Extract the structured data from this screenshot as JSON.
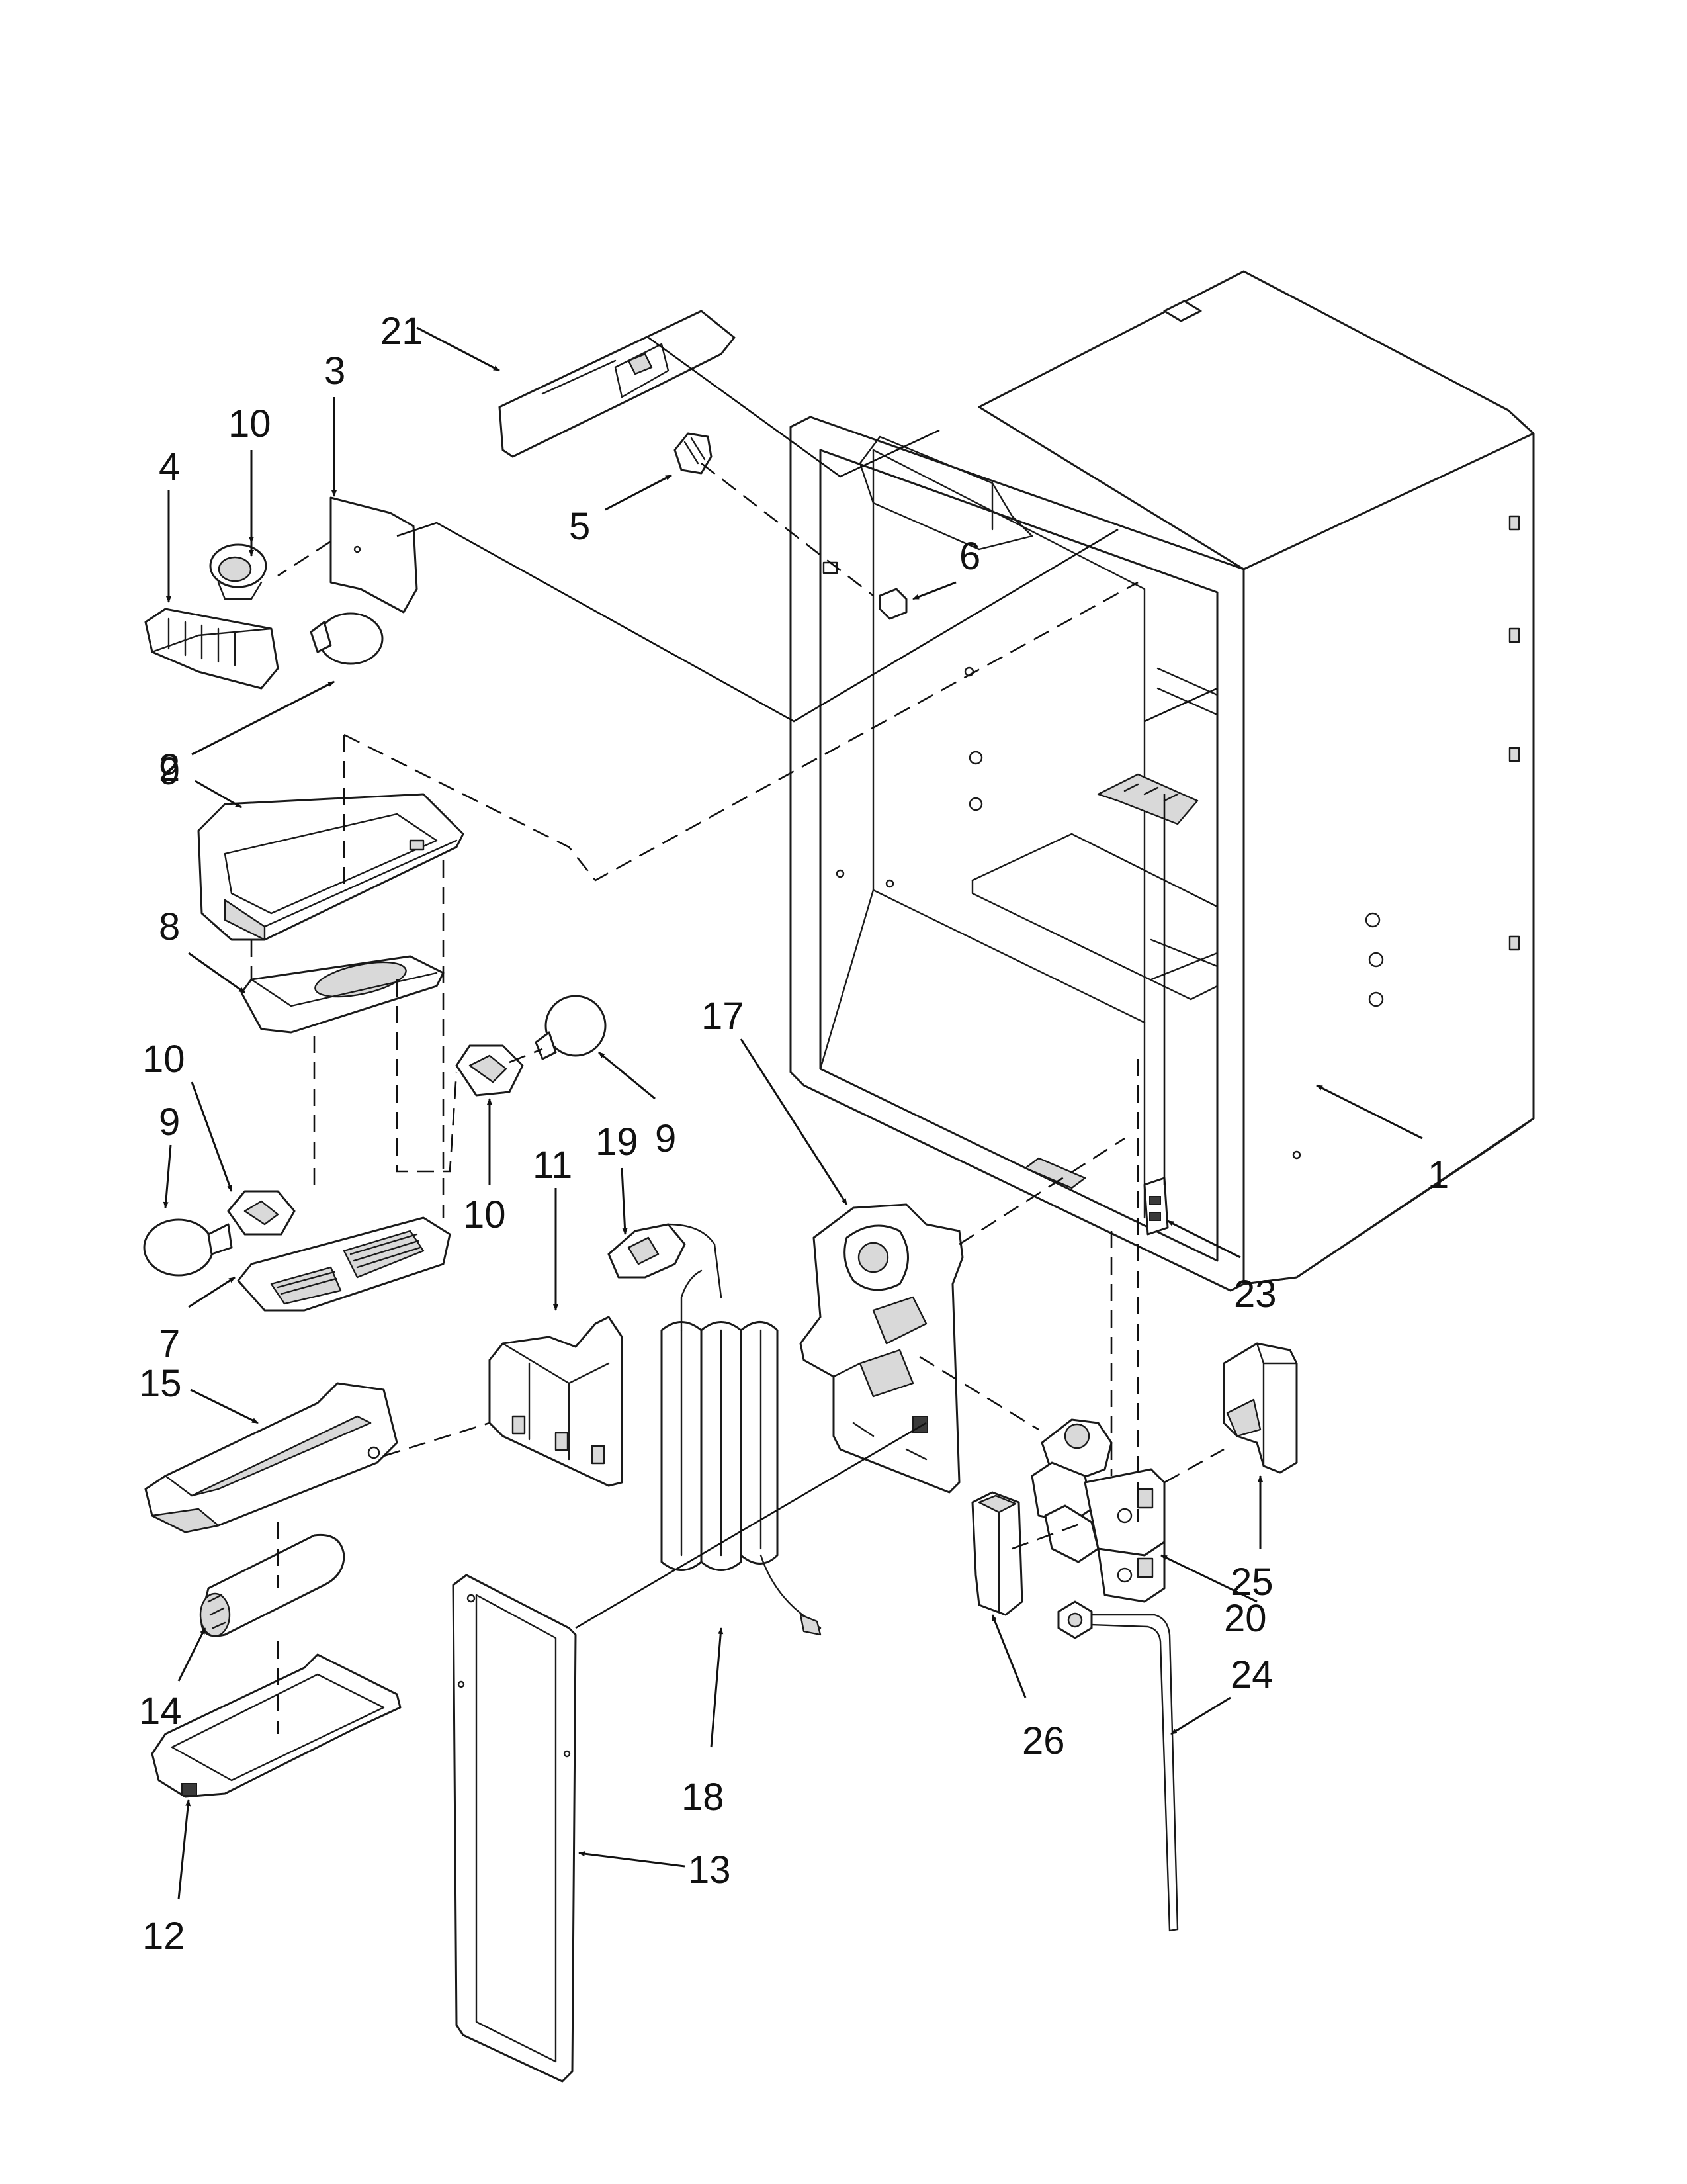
{
  "diagram": {
    "parts": [
      {
        "callout": "1",
        "icon": "liner-cabinet-icon"
      },
      {
        "callout": "2",
        "icon": "light-housing-icon"
      },
      {
        "callout": "3",
        "icon": "insulation-sheet-icon"
      },
      {
        "callout": "4",
        "icon": "light-cover-icon"
      },
      {
        "callout": "5",
        "icon": "damper-icon"
      },
      {
        "callout": "6",
        "icon": "clip-icon"
      },
      {
        "callout": "7",
        "icon": "light-shield-icon"
      },
      {
        "callout": "8",
        "icon": "lens-icon"
      },
      {
        "callout": "9",
        "icon": "light-bulb-icon"
      },
      {
        "callout": "10",
        "icon": "lamp-socket-icon"
      },
      {
        "callout": "11",
        "icon": "filter-bracket-icon"
      },
      {
        "callout": "12",
        "icon": "filter-cover-icon"
      },
      {
        "callout": "13",
        "icon": "side-cover-icon"
      },
      {
        "callout": "14",
        "icon": "water-filter-icon"
      },
      {
        "callout": "15",
        "icon": "filter-housing-icon"
      },
      {
        "callout": "17",
        "icon": "dispenser-bracket-icon"
      },
      {
        "callout": "18",
        "icon": "water-reservoir-icon"
      },
      {
        "callout": "19",
        "icon": "valve-fitting-icon"
      },
      {
        "callout": "20",
        "icon": "water-valve-icon"
      },
      {
        "callout": "21",
        "icon": "trim-strip-icon"
      },
      {
        "callout": "23",
        "icon": "switch-icon"
      },
      {
        "callout": "24",
        "icon": "water-tube-icon"
      },
      {
        "callout": "25",
        "icon": "valve-bracket-icon"
      },
      {
        "callout": "26",
        "icon": "tube-clip-icon"
      }
    ]
  },
  "labels": {
    "c1": "1",
    "c2": "2",
    "c3": "3",
    "c4": "4",
    "c5": "5",
    "c6": "6",
    "c7": "7",
    "c8": "8",
    "c9a": "9",
    "c9b": "9",
    "c9c": "9",
    "c10a": "10",
    "c10b": "10",
    "c10c": "10",
    "c11": "11",
    "c12": "12",
    "c13": "13",
    "c14": "14",
    "c15": "15",
    "c17": "17",
    "c18": "18",
    "c19": "19",
    "c20": "20",
    "c21": "21",
    "c23": "23",
    "c24": "24",
    "c25": "25",
    "c26": "26"
  }
}
